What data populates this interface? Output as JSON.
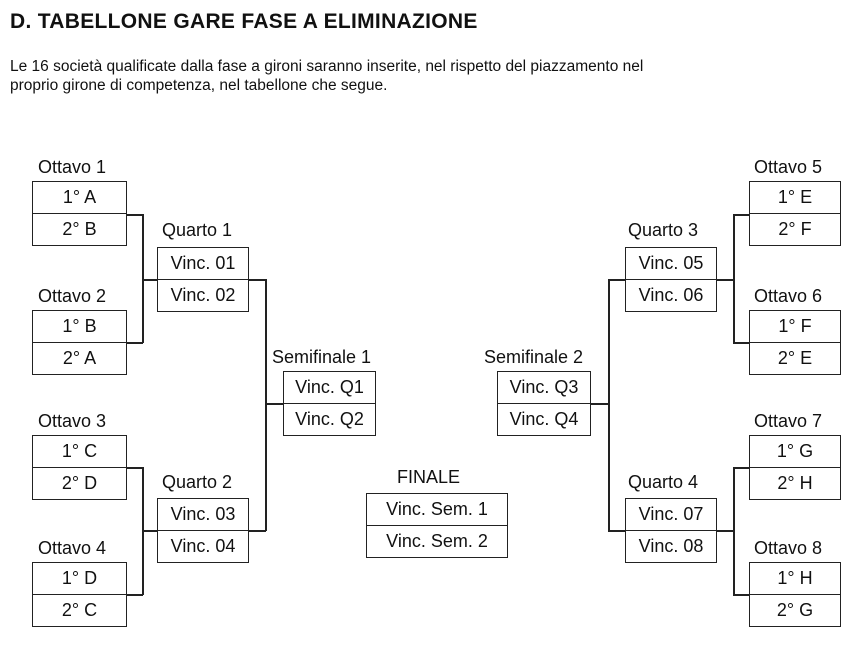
{
  "title": "D. TABELLONE GARE FASE A ELIMINAZIONE",
  "intro": {
    "line1": "Le 16 società qualificate dalla fase a gironi saranno inserite, nel rispetto del piazzamento nel",
    "line2": "proprio girone di competenza, nel tabellone che segue."
  },
  "ottavi": [
    {
      "label": "Ottavo 1",
      "team_a": "1° A",
      "team_b": "2° B"
    },
    {
      "label": "Ottavo 2",
      "team_a": "1° B",
      "team_b": "2° A"
    },
    {
      "label": "Ottavo 3",
      "team_a": "1° C",
      "team_b": "2° D"
    },
    {
      "label": "Ottavo 4",
      "team_a": "1° D",
      "team_b": "2° C"
    },
    {
      "label": "Ottavo 5",
      "team_a": "1° E",
      "team_b": "2° F"
    },
    {
      "label": "Ottavo 6",
      "team_a": "1° F",
      "team_b": "2° E"
    },
    {
      "label": "Ottavo 7",
      "team_a": "1° G",
      "team_b": "2° H"
    },
    {
      "label": "Ottavo 8",
      "team_a": "1° H",
      "team_b": "2° G"
    }
  ],
  "quarti": [
    {
      "label": "Quarto 1",
      "slot_a": "Vinc. 01",
      "slot_b": "Vinc. 02"
    },
    {
      "label": "Quarto 2",
      "slot_a": "Vinc. 03",
      "slot_b": "Vinc. 04"
    },
    {
      "label": "Quarto 3",
      "slot_a": "Vinc. 05",
      "slot_b": "Vinc. 06"
    },
    {
      "label": "Quarto 4",
      "slot_a": "Vinc. 07",
      "slot_b": "Vinc. 08"
    }
  ],
  "semifinali": [
    {
      "label": "Semifinale 1",
      "slot_a": "Vinc. Q1",
      "slot_b": "Vinc. Q2"
    },
    {
      "label": "Semifinale 2",
      "slot_a": "Vinc. Q3",
      "slot_b": "Vinc. Q4"
    }
  ],
  "finale": {
    "label": "FINALE",
    "slot_a": "Vinc. Sem. 1",
    "slot_b": "Vinc. Sem. 2"
  }
}
